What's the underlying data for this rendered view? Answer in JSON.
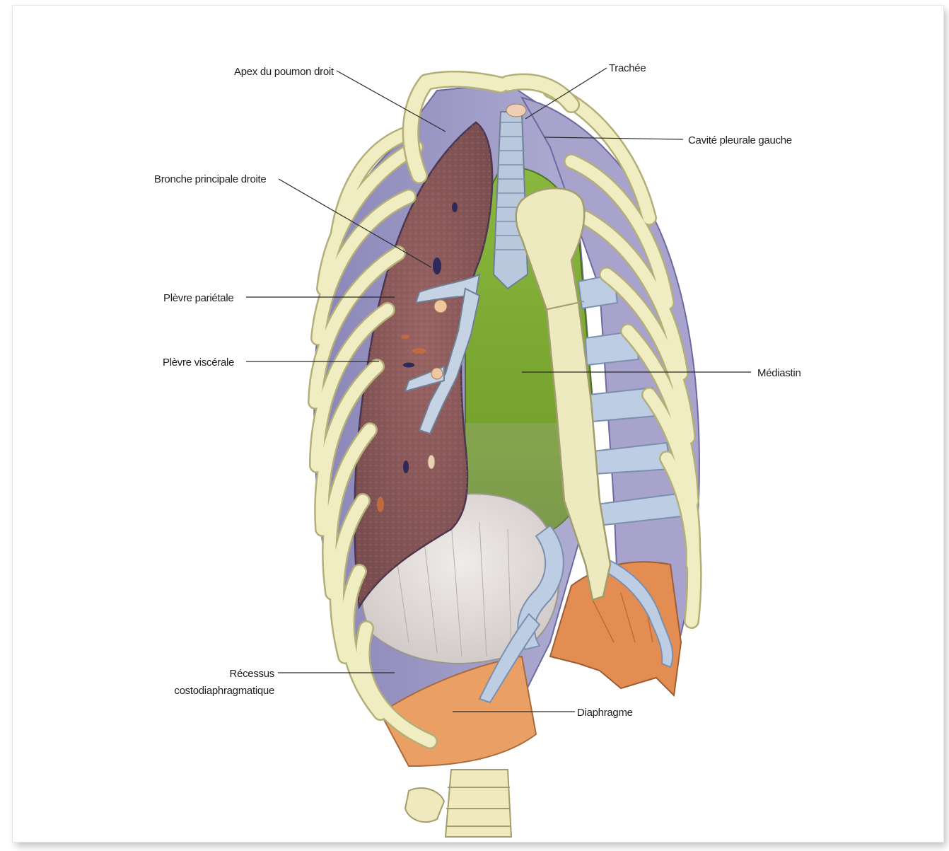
{
  "labels": {
    "apex": "Apex du poumon droit",
    "trachee": "Trachée",
    "cavite": "Cavité pleurale gauche",
    "bronche": "Bronche principale droite",
    "plevre_parietale": "Plèvre pariétale",
    "plevre_viscerale": "Plèvre viscérale",
    "mediastin": "Médiastin",
    "recessus_line1": "Récessus",
    "recessus_line2": "costodiaphragmatique",
    "diaphragme": "Diaphragme"
  },
  "colors": {
    "bone": "#f0ecc0",
    "bone_outline": "#b4ae78",
    "lung": "#8a5a5a",
    "pleura": "#9a98c4",
    "mediastinum": "#7faa34",
    "cartilage": "#b8cce4",
    "diaphragm": "#e8955a",
    "heart_pericardium": "#e4e0dc"
  }
}
